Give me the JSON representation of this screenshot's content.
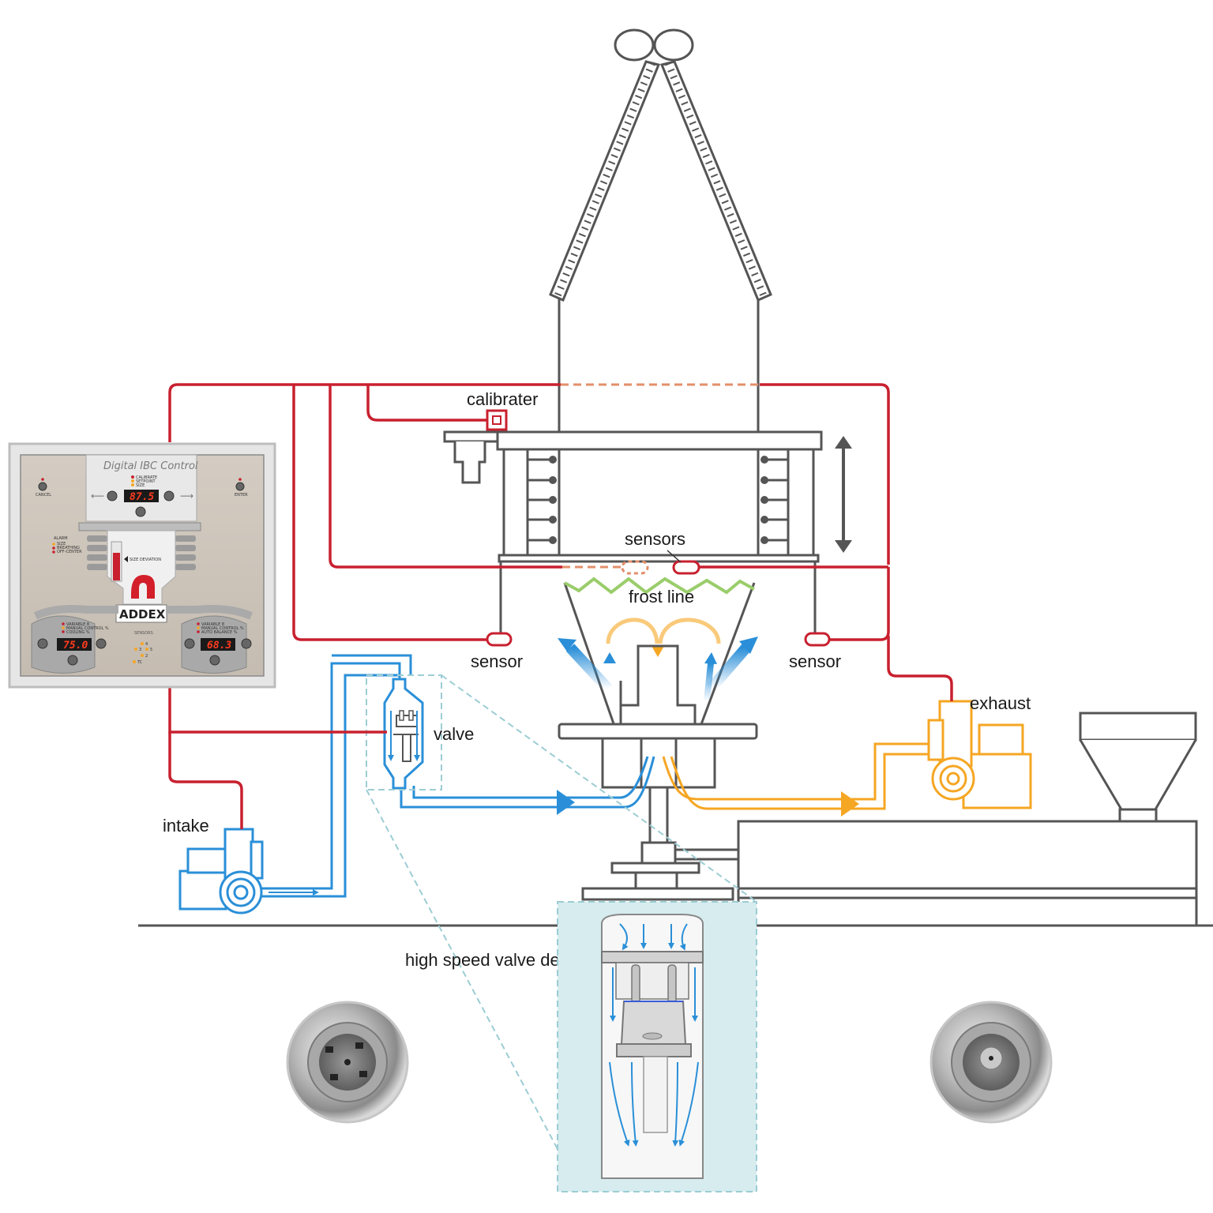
{
  "labels": {
    "calibrater": "calibrater",
    "sensors": "sensors",
    "frost_line": "frost line",
    "sensor_left": "sensor",
    "sensor_right": "sensor",
    "valve": "valve",
    "exhaust": "exhaust",
    "intake": "intake",
    "valve_detail": "high speed valve detail"
  },
  "control_panel": {
    "title": "Digital IBC Control",
    "brand": "ADDEX",
    "cancel": "CANCEL",
    "enter": "ENTER",
    "top_options": [
      "CALIBRATE",
      "SETPOINT",
      "SIZE"
    ],
    "top_display": "87.5",
    "alarm_title": "ALARM",
    "alarm_items": [
      "SIZE",
      "BREATHING",
      "OFF-CENTER"
    ],
    "size_deviation": "SIZE DEVIATION",
    "left_options": [
      "VARIABLE 8",
      "MANUAL CONTROL %",
      "COOLING %"
    ],
    "left_display": "75.0",
    "right_options": [
      "VARIABLE 8",
      "MANUAL CONTROL %",
      "AUTO BALANCE %"
    ],
    "right_display": "68.3",
    "sensors_title": "SENSORS",
    "sensor_ids": [
      "4",
      "3",
      "5",
      "2",
      "TC"
    ]
  },
  "colors": {
    "control_wiring": "#c8202f",
    "intake_air": "#2a8fd8",
    "exhaust_air": "#f5a623",
    "frost_line": "#9acd6b",
    "machine": "#555555",
    "detail_background": "#d6ecee"
  }
}
